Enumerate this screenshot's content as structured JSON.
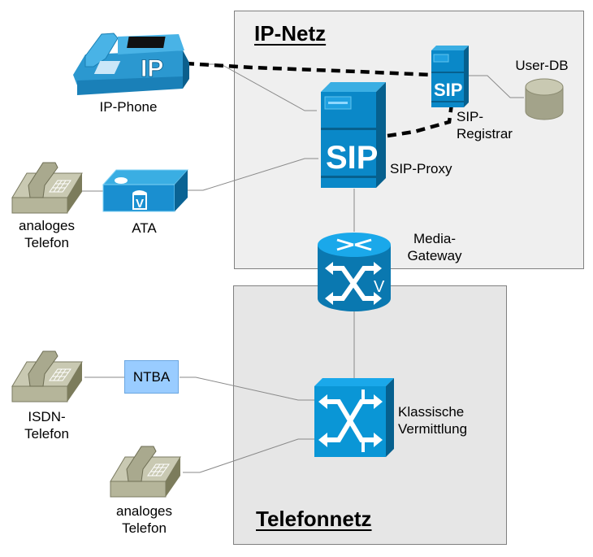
{
  "zones": {
    "ip_network": {
      "title": "IP-Netz"
    },
    "phone_network": {
      "title": "Telefonnetz"
    }
  },
  "devices": {
    "ip_phone": {
      "label": "IP-Phone",
      "badge": "IP"
    },
    "analog_phone_top": {
      "label_line1": "analoges",
      "label_line2": "Telefon"
    },
    "ata": {
      "label": "ATA",
      "badge": "V"
    },
    "sip_proxy": {
      "label": "SIP-Proxy",
      "badge": "SIP"
    },
    "sip_registrar": {
      "label_line1": "SIP-",
      "label_line2": "Registrar",
      "badge": "SIP"
    },
    "user_db": {
      "label": "User-DB"
    },
    "media_gateway": {
      "label_line1": "Media-",
      "label_line2": "Gateway",
      "badge": "V"
    },
    "isdn_phone": {
      "label_line1": "ISDN-",
      "label_line2": "Telefon"
    },
    "ntba": {
      "label": "NTBA"
    },
    "classic_switch": {
      "label_line1": "Klassische",
      "label_line2": "Vermittlung"
    },
    "analog_phone_bottom": {
      "label_line1": "analoges",
      "label_line2": "Telefon"
    }
  },
  "connections": [
    {
      "from": "ip_phone",
      "to": "sip_registrar",
      "style": "dashed-signaling"
    },
    {
      "from": "sip_proxy",
      "to": "sip_registrar",
      "style": "dashed-signaling"
    },
    {
      "from": "ip_phone",
      "to": "sip_proxy",
      "style": "thin"
    },
    {
      "from": "ata",
      "to": "sip_proxy",
      "style": "thin"
    },
    {
      "from": "analog_phone_top",
      "to": "ata",
      "style": "thin"
    },
    {
      "from": "sip_registrar",
      "to": "user_db",
      "style": "thin"
    },
    {
      "from": "sip_proxy",
      "to": "media_gateway",
      "style": "thin"
    },
    {
      "from": "media_gateway",
      "to": "classic_switch",
      "style": "thin"
    },
    {
      "from": "isdn_phone",
      "to": "ntba",
      "style": "thin"
    },
    {
      "from": "ntba",
      "to": "classic_switch",
      "style": "thin"
    },
    {
      "from": "analog_phone_bottom",
      "to": "classic_switch",
      "style": "thin"
    }
  ],
  "colors": {
    "cisco_blue": "#0a88c8",
    "cisco_blue_light": "#3aaee3",
    "cisco_blue_dark": "#06608e",
    "phone_beige": "#bdbda4",
    "ntba_fill": "#99ccff"
  }
}
